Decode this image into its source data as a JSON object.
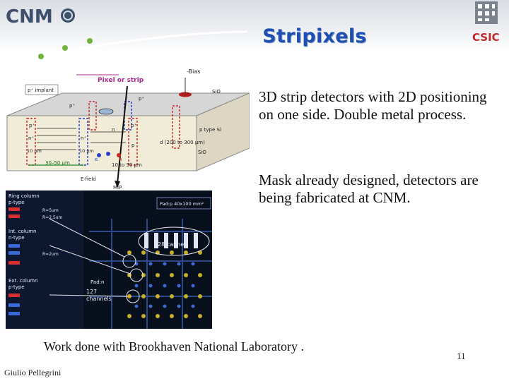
{
  "header": {
    "logo_left_text": "CNM",
    "logo_right_text": "CSIC",
    "title": "Stripixels"
  },
  "content": {
    "paragraph_1": "3D strip detectors with 2D positioning on one side. Double metal process.",
    "paragraph_2": "Mask already designed, detectors are being fabricated at CNM."
  },
  "diagram": {
    "label_pixel_or_strip": "Pixel or strip",
    "label_bias": "-Bias",
    "label_sio2_top": "SiO",
    "label_p_implant": "p⁺ implant",
    "label_p_plus": "p⁺",
    "label_n_plus": "n⁺",
    "label_n": "n",
    "label_p": "p",
    "label_ptype": "p type Si",
    "label_d": "d (200 to 300 µm)",
    "label_sio2_right": "SiO",
    "label_10um": "10 µm",
    "label_spacing": "30–50 µm",
    "label_10_30": "10 to 30 µm",
    "label_efield": "E field",
    "label_mip": "MIP",
    "label_e": "e",
    "label_h": "h"
  },
  "mask": {
    "ring_column": "Ring column",
    "ring_column_type": "p-type",
    "int_column": "Int. column",
    "int_column_type": "n-type",
    "ext_column": "Ext. column",
    "ext_column_type": "p-type",
    "pad_label": "Pad:p 40x100 mm²",
    "channels_128": "128 cannels",
    "pad_n": "Pad:n",
    "channels_127": "127",
    "channels_word": "channels",
    "r5": "R=5um",
    "r25": "R=2.5um",
    "r2": "R=2um"
  },
  "footer": {
    "credit": "Work done with Brookhaven National Laboratory .",
    "page_number": "11",
    "author": "Giulio Pellegrini"
  }
}
